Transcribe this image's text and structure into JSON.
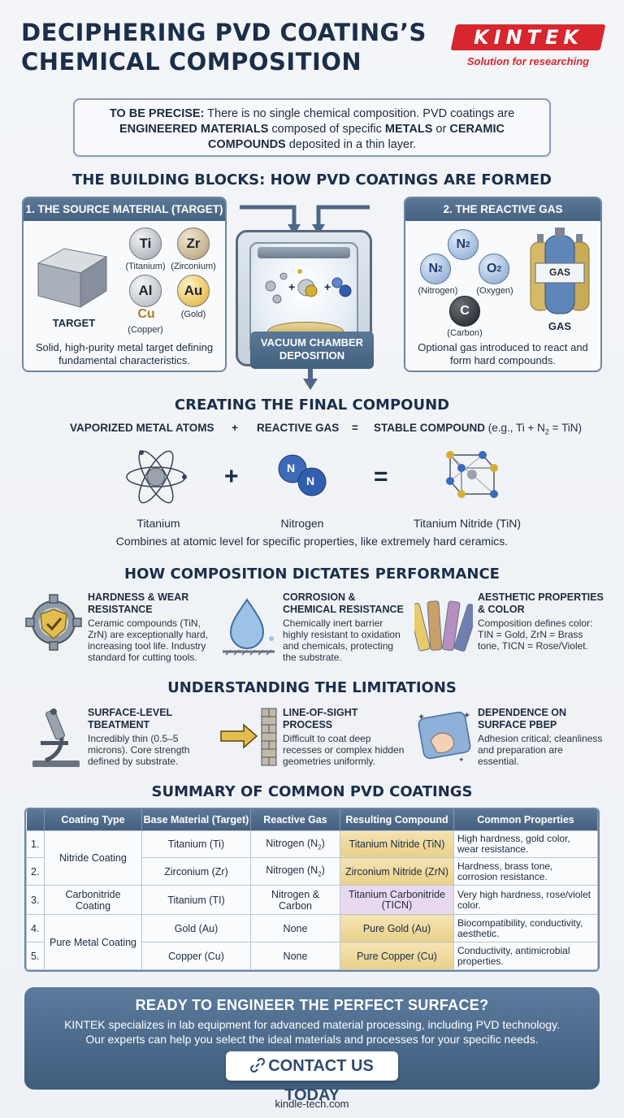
{
  "header": {
    "title_line1": "DECIPHERING PVD COATING’S",
    "title_line2": "CHEMICAL COMPOSITION",
    "logo_text": "KINTEK",
    "logo_tagline": "Solution for researching"
  },
  "intro": {
    "lead": "TO BE PRECISE:",
    "t1": " There is no single chemical composition. PVD coatings are ",
    "b1": "ENGINEERED MATERIALS",
    "t2": " composed of specific ",
    "b2": "METALS",
    "t3": " or ",
    "b3": "CERAMIC COMPOUNDS",
    "t4": " deposited in a thin layer."
  },
  "building": {
    "title": "THE BUILDING BLOCKS: HOW PVD COATINGS ARE FORMED",
    "source": {
      "header": "1. THE SOURCE MATERIAL (TARGET)",
      "target_label": "TARGET",
      "elements": [
        {
          "symbol": "Ti",
          "name": "(Titanium)"
        },
        {
          "symbol": "Zr",
          "name": "(Zirconium)"
        },
        {
          "symbol": "Al",
          "name": ""
        },
        {
          "symbol": "Au",
          "name": "(Gold)"
        },
        {
          "symbol": "Cu",
          "name": "(Copper)"
        }
      ],
      "text": "Solid, high-purity metal target defining fundamental characteristics."
    },
    "chamber": {
      "label_line1": "VACUUM CHAMBER",
      "label_line2": "DEPOSITION"
    },
    "gas": {
      "header": "2. THE REACTIVE GAS",
      "molecules": [
        {
          "symbol": "N",
          "sub": "2",
          "name": ""
        },
        {
          "symbol": "N",
          "sub": "2",
          "name": "(Nitrogen)"
        },
        {
          "symbol": "O",
          "sub": "2",
          "name": "(Oxygen)"
        },
        {
          "symbol": "C",
          "sub": "",
          "name": "(Carbon)"
        }
      ],
      "cylinder_label": "GAS",
      "cylinder_caption": "GAS",
      "text": "Optional gas introduced to react and form hard compounds."
    }
  },
  "compound": {
    "title": "CREATING THE FINAL COMPOUND",
    "eq_left": "VAPORIZED METAL ATOMS",
    "eq_plus": "+",
    "eq_mid": "REACTIVE GAS",
    "eq_equals": "=",
    "eq_right": "STABLE COMPOUND",
    "eq_example_pre": " (e.g., Ti + N",
    "eq_example_sub": "2",
    "eq_example_post": " = TiN)",
    "icon_plus": "+",
    "icon_equals": "=",
    "nitrogen_atom": "N",
    "labels": {
      "titanium": "Titanium",
      "nitrogen": "Nitrogen",
      "tin": "Titanium Nitride (TiN)"
    },
    "caption": "Combines at atomic level for specific properties, like extremely hard ceramics."
  },
  "performance": {
    "title": "HOW COMPOSITION DICTATES PERFORMANCE",
    "items": [
      {
        "title_l1": "HARDNESS & WEAR",
        "title_l2": "RESISTANCE",
        "text": "Ceramic compounds (TiN, ZrN) are exceptionally hard, increasing tool life. Industry standard for cutting tools."
      },
      {
        "title_l1": "CORROSION &",
        "title_l2": "CHEMICAL RESISTANCE",
        "text": "Chemically inert barrier highly resistant to oxidation and chemicals, protecting the substrate."
      },
      {
        "title_l1": "AESTHETIC PROPERTIES",
        "title_l2": "& COLOR",
        "text": "Composition defines color: TIN = Gold, ZrN = Brass tone, TICN = Rose/Violet."
      }
    ]
  },
  "limitations": {
    "title": "UNDERSTANDING THE LIMITATIONS",
    "items": [
      {
        "title_l1": "SURFACE-LEVEL",
        "title_l2": "TBEATMENT",
        "text": "Incredibly thin (0.5–5 microns). Core strength defined by substrate."
      },
      {
        "title_l1": "LINE-OF-SIGHT",
        "title_l2": "PROCESS",
        "text": "Difficult to coat deep recesses or complex hidden geometries uniformly."
      },
      {
        "title_l1": "DEPENDENCE ON",
        "title_l2": "SURFACE PBEP",
        "text": "Adhesion critical; cleanliness and preparation are essential."
      }
    ]
  },
  "summary": {
    "title": "SUMMARY OF COMMON PVD COATINGS",
    "headers": [
      "Coating Type",
      "Base Material (Target)",
      "Reactive Gas",
      "Resulting Compound",
      "Common Properties"
    ],
    "groups": {
      "nitride": "Nitride Coating",
      "carbonitride": "Carbonitride Coating",
      "pure": "Pure Metal Coating"
    },
    "rows": [
      {
        "num": "1.",
        "base": "Titanium (Ti)",
        "gas": "Nitrogen (N",
        "gas_sub": "2",
        "gas_post": ")",
        "compound": "Titanium Nitride (TiN)",
        "props": "High hardness, gold color, wear resistance."
      },
      {
        "num": "2.",
        "base": "Zirconium (Zr)",
        "gas": "Nitrogen (N",
        "gas_sub": "2",
        "gas_post": ")",
        "compound": "Zirconium Nitride (ZrN)",
        "props": "Hardness, brass tone, corrosion resistance."
      },
      {
        "num": "3.",
        "base": "Titanium (TI)",
        "gas": "Nitrogen & Carbon",
        "gas_sub": "",
        "gas_post": "",
        "compound": "Titanium Carbonitride (TICN)",
        "props": "Very high hardness, rose/violet color."
      },
      {
        "num": "4.",
        "base": "Gold (Au)",
        "gas": "None",
        "gas_sub": "",
        "gas_post": "",
        "compound": "Pure Gold (Au)",
        "props": "Biocompatibility, conductivity, aesthetic."
      },
      {
        "num": "5.",
        "base": "Copper (Cu)",
        "gas": "None",
        "gas_sub": "",
        "gas_post": "",
        "compound": "Pure Copper (Cu)",
        "props": "Conductivity, antimicrobial properties."
      }
    ]
  },
  "cta": {
    "title": "READY TO ENGINEER THE PERFECT SURFACE?",
    "line1": "KINTEK specializes in lab equipment for advanced material processing, including PVD technology.",
    "line2": "Our experts can help you select the ideal materials and processes for your specific needs.",
    "button": "CONTACT US TODAY",
    "button_icon": "link-icon"
  },
  "footer": {
    "site": "kindle-tech.com"
  },
  "colors": {
    "brand_red": "#d8262e",
    "navy": "#1b2e4a",
    "panel_blue": "#46617f",
    "gold": "#e9d08a",
    "violet": "#e9d9ef"
  }
}
